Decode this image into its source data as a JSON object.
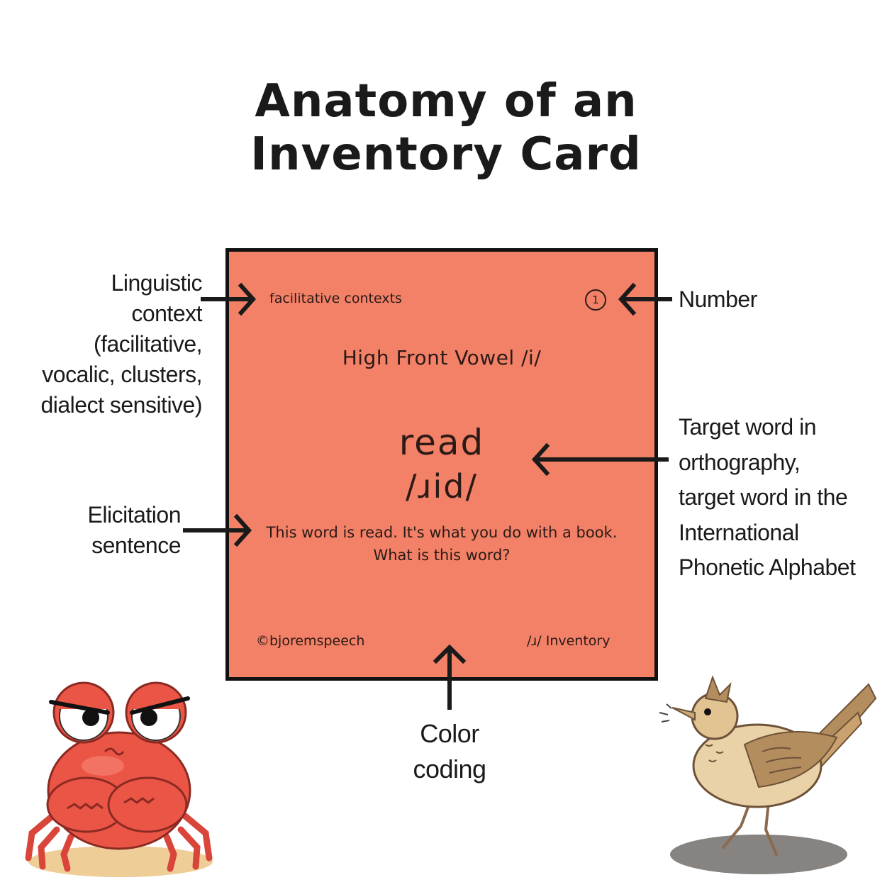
{
  "title": {
    "line1": "Anatomy of an",
    "line2": "Inventory Card"
  },
  "card": {
    "context": "facilitative contexts",
    "number": "1",
    "heading": "High Front Vowel /i/",
    "word": "read",
    "ipa": "/ɹid/",
    "sentence_line1": "This word is read. It's what you do with a book.",
    "sentence_line2": "What is this word?",
    "copyright": "©bjoremspeech",
    "inventory": "/ɹ/ Inventory",
    "background_color": "#f28167"
  },
  "labels": {
    "linguistic": [
      "Linguistic",
      "context",
      "(facilitative,",
      "vocalic, clusters,",
      "dialect sensitive)"
    ],
    "number": "Number",
    "elicitation": [
      "Elicitation",
      "sentence"
    ],
    "target": [
      "Target word in",
      "orthography,",
      "target word in the",
      "International",
      "Phonetic Alphabet"
    ],
    "color": [
      "Color",
      "coding"
    ]
  },
  "illustrations": {
    "left": "crab-illustration",
    "right": "bird-illustration"
  }
}
